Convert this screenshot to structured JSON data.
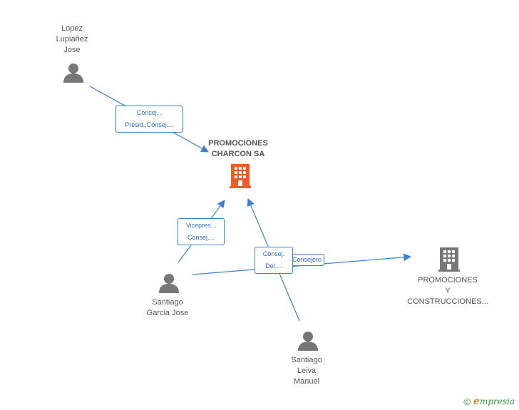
{
  "colors": {
    "edge": "#3d7fd1",
    "person": "#777777",
    "main_company": "#ee5a2a",
    "company": "#777777",
    "brand_green": "#2e9a3b",
    "brand_orange": "#e8782a"
  },
  "nodes": {
    "lopez": {
      "lines": [
        "Lopez",
        "Lupiañez",
        "Jose"
      ],
      "icon": "person-icon"
    },
    "main_company": {
      "lines": [
        "PROMOCIONES",
        "CHARCON SA"
      ],
      "icon": "building-icon"
    },
    "garcia": {
      "lines": [
        "Santiago",
        "Garcia Jose"
      ],
      "icon": "person-icon"
    },
    "leiva": {
      "lines": [
        "Santiago",
        "Leiva",
        "Manuel"
      ],
      "icon": "person-icon"
    },
    "company2": {
      "lines": [
        "PROMOCIONES",
        "Y",
        "CONSTRUCCIONES..."
      ],
      "icon": "building-icon"
    }
  },
  "edges": {
    "lopez_main": {
      "lines": [
        "Consej. ,",
        "Presid.,Consej...."
      ]
    },
    "garcia_main": {
      "lines": [
        "Vicepres. ,",
        "Consej...."
      ]
    },
    "leiva_main": {
      "lines": [
        "Consej.",
        "Del...."
      ]
    },
    "garcia_company2": {
      "lines": [
        "Consejero"
      ]
    }
  },
  "footer": {
    "copyright": "©",
    "brand_initial": "e",
    "brand_rest": "mpresia"
  }
}
